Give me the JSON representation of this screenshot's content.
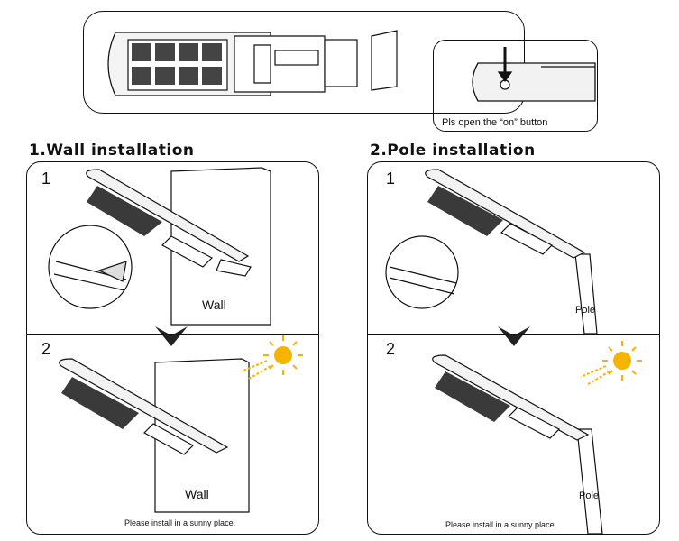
{
  "top": {
    "button_caption": "Pls open the “on” button"
  },
  "wall": {
    "heading": "1.Wall installation",
    "step1_number": "1",
    "step2_number": "2",
    "wall_label_1": "Wall",
    "wall_label_2": "Wall",
    "note": "Please install in a sunny place."
  },
  "pole": {
    "heading": "2.Pole installation",
    "step1_number": "1",
    "step2_number": "2",
    "pole_label_1": "Pole",
    "pole_label_2": "Pole",
    "note": "Please install in a sunny place."
  },
  "colors": {
    "line": "#111111",
    "sun": "#f5b400",
    "panel": "#3a3a3a"
  }
}
